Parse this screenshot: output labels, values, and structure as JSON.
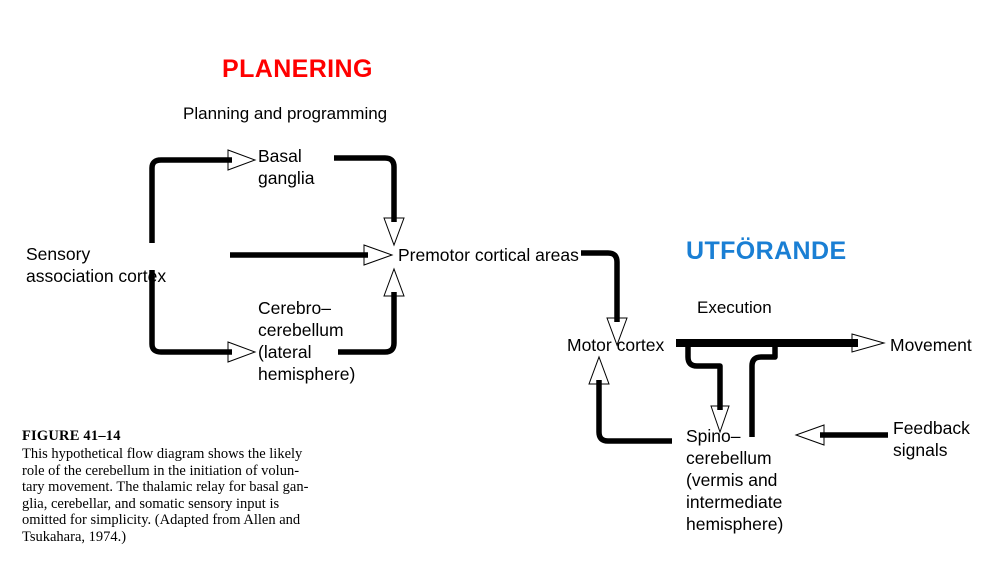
{
  "figure": {
    "headings": {
      "planning": "PLANERING",
      "execution": "UTFÖRANDE"
    },
    "subheadings": {
      "planning": "Planning and programming",
      "execution": "Execution"
    },
    "nodes": {
      "sensory": "Sensory\nassociation cortex",
      "basal_ganglia": "Basal\nganglia",
      "cerebro_cerebellum": "Cerebro–\ncerebellum\n(lateral\nhemisphere)",
      "premotor": "Premotor cortical areas",
      "motor_cortex": "Motor cortex",
      "spino_cerebellum": "Spino–\ncerebellum\n(vermis and\nintermediate\nhemisphere)",
      "movement": "Movement",
      "feedback": "Feedback\nsignals"
    },
    "colors": {
      "planning_heading": "#ff0000",
      "execution_heading": "#1a7fd4",
      "arrows": "#000000",
      "text": "#000000",
      "background": "#ffffff"
    },
    "caption": {
      "title": "FIGURE  41–14",
      "body": "This hypothetical flow diagram shows the likely\nrole of the cerebellum in the initiation of volun-\ntary movement. The thalamic relay for basal gan-\nglia, cerebellar, and somatic sensory input is\nomitted for simplicity. (Adapted from Allen and\nTsukahara, 1974.)"
    }
  },
  "chart_data": {
    "type": "diagram",
    "title": "FIGURE 41–14 — Hypothetical flow diagram of cerebellar role in voluntary movement",
    "groups": [
      {
        "name": "PLANERING",
        "label_color": "#ff0000",
        "subtitle": "Planning and programming",
        "members": [
          "Sensory association cortex",
          "Basal ganglia",
          "Cerebro–cerebellum (lateral hemisphere)",
          "Premotor cortical areas"
        ]
      },
      {
        "name": "UTFÖRANDE",
        "label_color": "#1a7fd4",
        "subtitle": "Execution",
        "members": [
          "Motor cortex",
          "Spino–cerebellum (vermis and intermediate hemisphere)",
          "Movement",
          "Feedback signals"
        ]
      }
    ],
    "edges": [
      {
        "from": "Sensory association cortex",
        "to": "Basal ganglia",
        "style": "elbow-up-right",
        "arrow": true
      },
      {
        "from": "Sensory association cortex",
        "to": "Premotor cortical areas",
        "style": "straight-right",
        "arrow": true
      },
      {
        "from": "Sensory association cortex",
        "to": "Cerebro–cerebellum (lateral hemisphere)",
        "style": "elbow-down-right",
        "arrow": true
      },
      {
        "from": "Basal ganglia",
        "to": "Premotor cortical areas",
        "style": "elbow-right-down",
        "arrow": true
      },
      {
        "from": "Cerebro–cerebellum (lateral hemisphere)",
        "to": "Premotor cortical areas",
        "style": "elbow-right-up",
        "arrow": true
      },
      {
        "from": "Premotor cortical areas",
        "to": "Motor cortex",
        "style": "elbow-right-down",
        "arrow": true
      },
      {
        "from": "Motor cortex",
        "to": "Movement",
        "style": "thick-straight-right",
        "arrow": true
      },
      {
        "from": "Motor cortex",
        "to": "Spino–cerebellum (vermis and intermediate hemisphere)",
        "style": "branch-down",
        "arrow": true
      },
      {
        "from": "Spino–cerebellum (vermis and intermediate hemisphere)",
        "to": "Motor cortex output pathway",
        "style": "branch-up",
        "arrow": false
      },
      {
        "from": "Spino–cerebellum (vermis and intermediate hemisphere)",
        "to": "Motor cortex",
        "style": "elbow-left-up",
        "arrow": true
      },
      {
        "from": "Feedback signals",
        "to": "Spino–cerebellum (vermis and intermediate hemisphere)",
        "style": "straight-left",
        "arrow": true
      }
    ]
  }
}
